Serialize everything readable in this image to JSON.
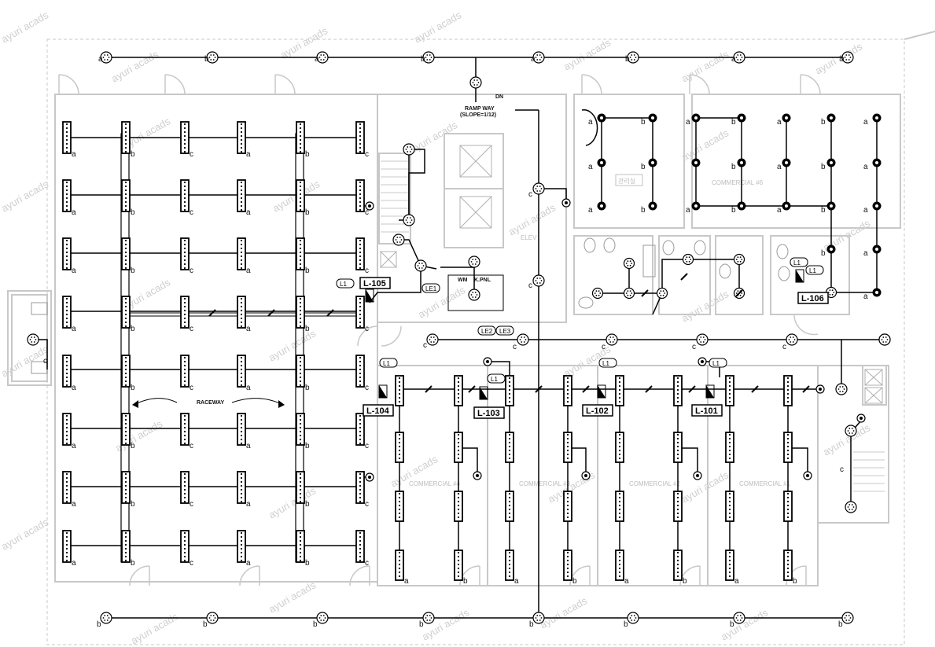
{
  "watermark": "ayuri acads",
  "rooms": {
    "commercial_1": "COMMERCIAL #1",
    "commercial_2": "COMMERCIAL #2",
    "commercial_3": "COMMERCIAL #3",
    "commercial_4": "COMMERCIAL #4",
    "commercial_6": "COMMERCIAL #6",
    "office": "관리실",
    "elev": "ELEV"
  },
  "labels": {
    "raceway": "RACEWAY",
    "ramp": "RAMP WAY",
    "ramp_slope": "(SLOPE=1/12)",
    "dn": "DN",
    "wm": "WM",
    "kpnl": "K.PNL"
  },
  "panels": {
    "l105": "L-105",
    "l106": "L-106",
    "l104": "L-104",
    "l103": "L-103",
    "l102": "L-102",
    "l101": "L-101"
  },
  "tags": {
    "l1": "L1",
    "le1": "LE1",
    "le2": "LE2",
    "le3": "LE3"
  },
  "switch_letters": [
    "a",
    "b",
    "c"
  ]
}
